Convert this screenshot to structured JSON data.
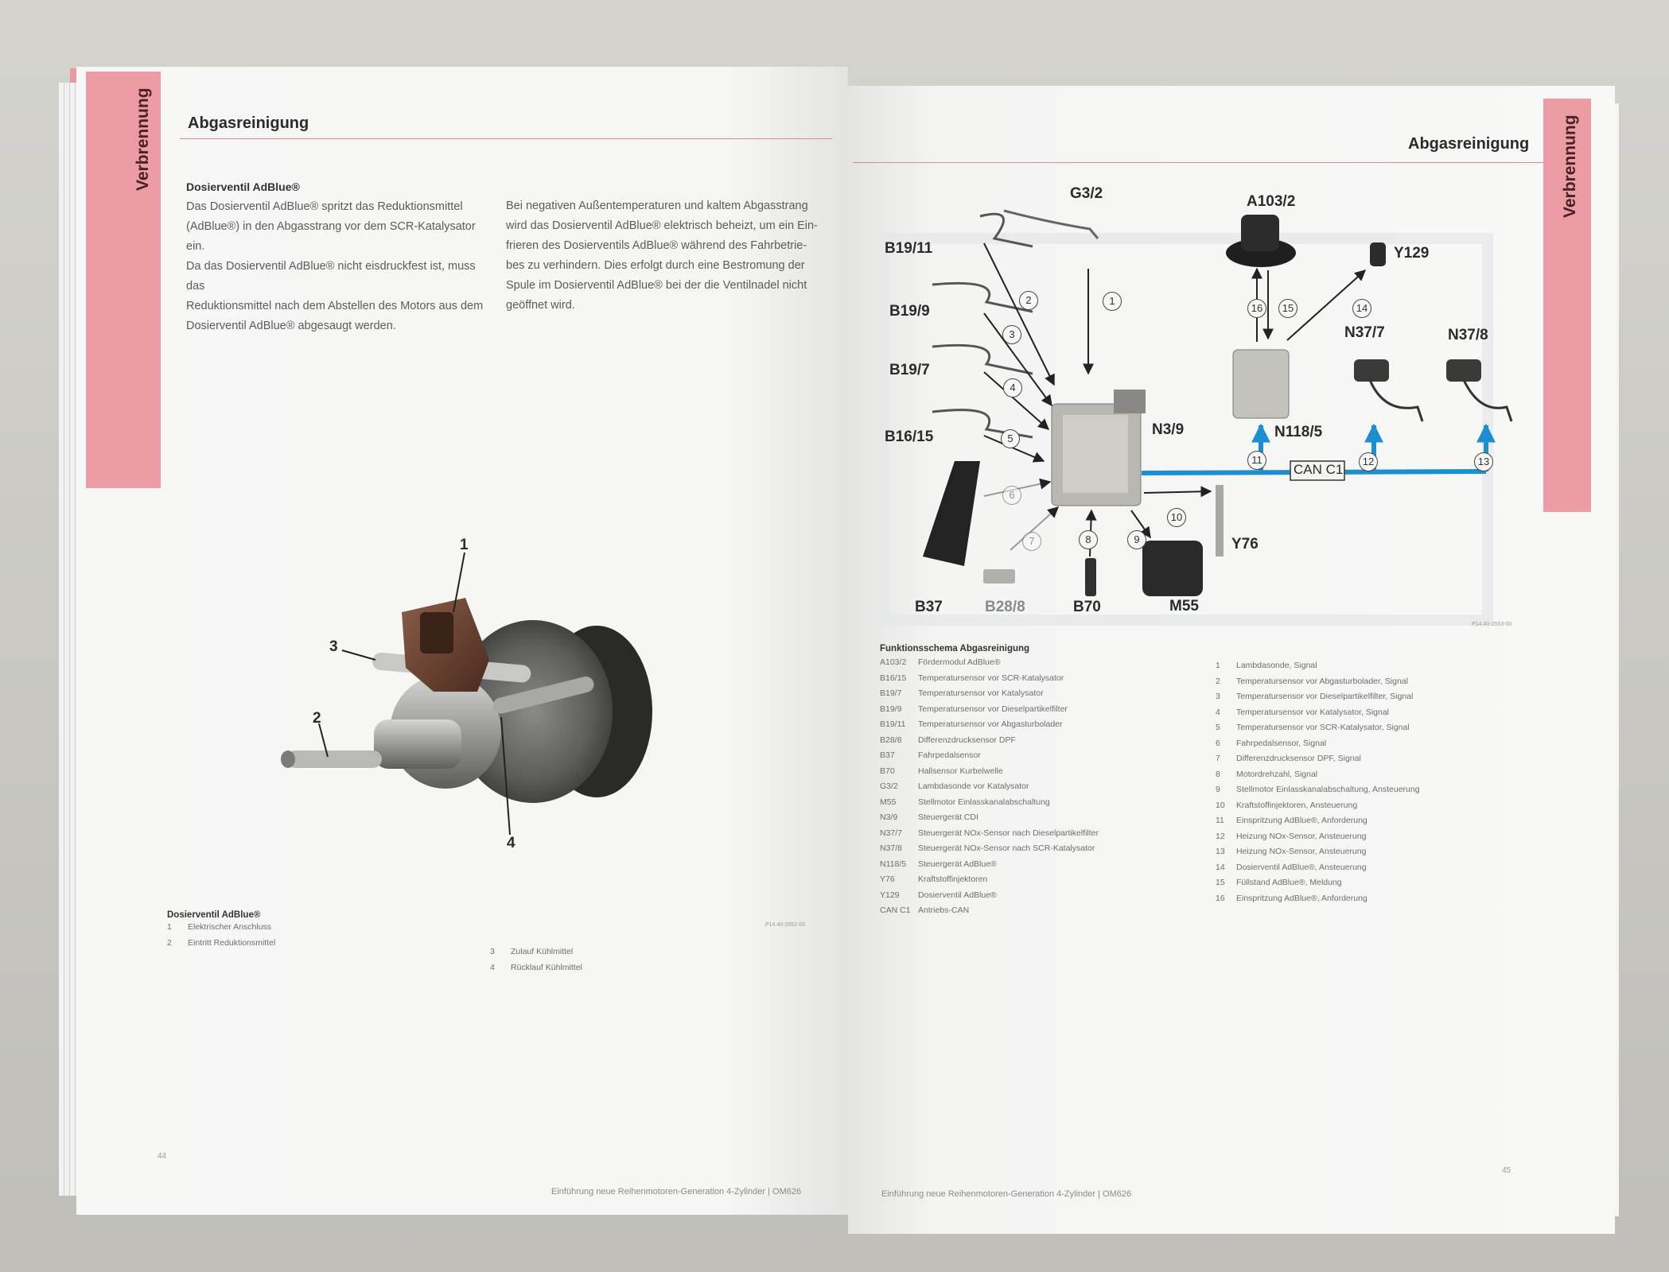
{
  "left_page": {
    "tab_label": "Verbrennung",
    "heading": "Abgasreinigung",
    "subheading": "Dosierventil AdBlue®",
    "col1": "Das Dosierventil AdBlue® spritzt das Reduktionsmittel\n(AdBlue®) in den Abgasstrang vor dem SCR-Katalysator ein.\nDa das Dosierventil AdBlue® nicht eisdruckfest ist, muss das\nReduktionsmittel nach dem Abstellen des Motors aus dem\nDosierventil AdBlue® abgesaugt werden.",
    "col2": "Bei negativen Außentemperaturen und kaltem Abgasstrang\nwird das Dosierventil AdBlue® elektrisch beheizt, um ein Ein-\nfrieren des Dosierventils AdBlue® während des Fahrbetrie-\nbes zu verhindern. Dies erfolgt durch eine Bestromung der\nSpule im Dosierventil AdBlue® bei der die Ventilnadel nicht\ngeöffnet wird.",
    "callouts": [
      "1",
      "2",
      "3",
      "4"
    ],
    "caption_title": "Dosierventil AdBlue®",
    "caption_items": [
      {
        "n": "1",
        "t": "Elektrischer Anschluss"
      },
      {
        "n": "2",
        "t": "Eintritt Reduktionsmittel"
      },
      {
        "n": "3",
        "t": "Zulauf Kühlmittel"
      },
      {
        "n": "4",
        "t": "Rücklauf Kühlmittel"
      }
    ],
    "image_code": "P14.40-2552-00",
    "page_number": "44",
    "footer": "Einführung neue Reihenmotoren-Generation 4-Zylinder | OM626"
  },
  "right_page": {
    "tab_label": "Verbrennung",
    "heading": "Abgasreinigung",
    "diagram_labels": {
      "G3_2": "G3/2",
      "A103_2": "A103/2",
      "Y129": "Y129",
      "B19_11": "B19/11",
      "B19_9": "B19/9",
      "B19_7": "B19/7",
      "B16_15": "B16/15",
      "N3_9": "N3/9",
      "N118_5": "N118/5",
      "N37_7": "N37/7",
      "N37_8": "N37/8",
      "Y76": "Y76",
      "B37": "B37",
      "B28_8": "B28/8",
      "B70": "B70",
      "M55": "M55",
      "can": "CAN C1"
    },
    "circled_numbers": [
      "1",
      "2",
      "3",
      "4",
      "5",
      "6",
      "7",
      "8",
      "9",
      "10",
      "11",
      "12",
      "13",
      "14",
      "15",
      "16"
    ],
    "image_code": "P14.40-2553-00",
    "legend_title": "Funktionsschema Abgasreinigung",
    "legend_codes": [
      {
        "c": "A103/2",
        "t": "Fördermodul AdBlue®"
      },
      {
        "c": "B16/15",
        "t": "Temperatursensor vor SCR-Katalysator"
      },
      {
        "c": "B19/7",
        "t": "Temperatursensor vor Katalysator"
      },
      {
        "c": "B19/9",
        "t": "Temperatursensor vor Dieselpartikelfilter"
      },
      {
        "c": "B19/11",
        "t": "Temperatursensor vor Abgasturbolader"
      },
      {
        "c": "B28/8",
        "t": "Differenzdrucksensor DPF"
      },
      {
        "c": "B37",
        "t": "Fahrpedalsensor"
      },
      {
        "c": "B70",
        "t": "Hallsensor Kurbelwelle"
      },
      {
        "c": "G3/2",
        "t": "Lambdasonde vor Katalysator"
      },
      {
        "c": "M55",
        "t": "Stellmotor Einlasskanalabschaltung"
      },
      {
        "c": "N3/9",
        "t": "Steuergerät CDI"
      },
      {
        "c": "N37/7",
        "t": "Steuergerät NOx-Sensor nach Dieselpartikelfilter"
      },
      {
        "c": "N37/8",
        "t": "Steuergerät NOx-Sensor nach SCR-Katalysator"
      },
      {
        "c": "N118/5",
        "t": "Steuergerät AdBlue®"
      },
      {
        "c": "Y76",
        "t": "Kraftstoffinjektoren"
      },
      {
        "c": "Y129",
        "t": "Dosierventil AdBlue®"
      },
      {
        "c": "CAN C1",
        "t": "Antriebs-CAN"
      }
    ],
    "legend_numbers": [
      {
        "n": "1",
        "t": "Lambdasonde, Signal"
      },
      {
        "n": "2",
        "t": "Temperatursensor vor Abgasturbolader, Signal"
      },
      {
        "n": "3",
        "t": "Temperatursensor vor Dieselpartikelfilter, Signal"
      },
      {
        "n": "4",
        "t": "Temperatursensor vor Katalysator, Signal"
      },
      {
        "n": "5",
        "t": "Temperatursensor vor SCR-Katalysator, Signal"
      },
      {
        "n": "6",
        "t": "Fahrpedalsensor, Signal"
      },
      {
        "n": "7",
        "t": "Differenzdrucksensor DPF, Signal"
      },
      {
        "n": "8",
        "t": "Motordrehzahl, Signal"
      },
      {
        "n": "9",
        "t": "Stellmotor Einlasskanalabschaltung, Ansteuerung"
      },
      {
        "n": "10",
        "t": "Kraftstoffinjektoren, Ansteuerung"
      },
      {
        "n": "11",
        "t": "Einspritzung AdBlue®, Anforderung"
      },
      {
        "n": "12",
        "t": "Heizung NOx-Sensor, Ansteuerung"
      },
      {
        "n": "13",
        "t": "Heizung NOx-Sensor, Ansteuerung"
      },
      {
        "n": "14",
        "t": "Dosierventil AdBlue®, Ansteuerung"
      },
      {
        "n": "15",
        "t": "Füllstand AdBlue®, Meldung"
      },
      {
        "n": "16",
        "t": "Einspritzung AdBlue®, Anforderung"
      }
    ],
    "page_number": "45",
    "footer": "Einführung neue Reihenmotoren-Generation 4-Zylinder | OM626"
  }
}
